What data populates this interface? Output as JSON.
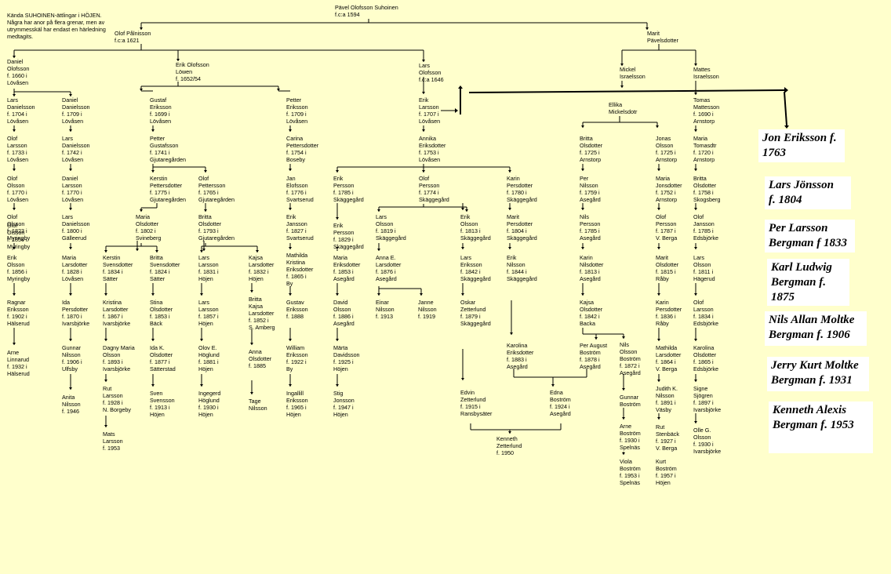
{
  "title": "Kända SUHOINEN-ättlingar i HÖJEN.\nNågra har anor på flera grenar, men av\nutrymmesskäl har endast en härledning\nmedtagits.",
  "persons": [
    {
      "id": "pavel",
      "text": "Pävel Olofsson Suhoinen\nf.c:a 1594"
    },
    {
      "id": "olof_pal",
      "text": "Olof Pålnisson\nf.c:a 1621"
    },
    {
      "id": "marit_pav",
      "text": "Marit\nPävelsdotter"
    },
    {
      "id": "daniel_olof",
      "text": "Daniel\nOlofsson\nf. 1660 i\nLövåsen"
    },
    {
      "id": "erik_olof",
      "text": "Erik Olofsson\nLöwen\nf. 1652/54"
    },
    {
      "id": "lars_olof",
      "text": "Lars\nOlofsson\nf.c:a 1646"
    },
    {
      "id": "mickel",
      "text": "Mickel\nIsraelsson"
    },
    {
      "id": "mattes",
      "text": "Mattes\nIsraelsson"
    },
    {
      "id": "lars_dan1704",
      "text": "Lars\nDanielsson\nf. 1704 i\nLövåsen"
    },
    {
      "id": "daniel_dan",
      "text": "Daniel\nDanielsson\nf. 1709 i\nLövåsen"
    },
    {
      "id": "gustaf_erik",
      "text": "Gustaf\nEriksson\nf. 1699 i\nLövåsen"
    },
    {
      "id": "petter_erik",
      "text": "Petter\nEriksson\nf. 1709 i\nLövåsen"
    },
    {
      "id": "erik_lars1707",
      "text": "Erik\nLarsson\nf. 1707 i\nLövåsen"
    },
    {
      "id": "ellika",
      "text": "Ellika\nMickelsdotr"
    },
    {
      "id": "tomas",
      "text": "Tomas\nMattesson\nf. 1690 i\nArnstorp"
    },
    {
      "id": "olof_lars1733",
      "text": "Olof\nLarsson\nf. 1733 i\nLövåsen"
    },
    {
      "id": "lars_dan1742",
      "text": "Lars\nDanielsson\nf. 1742 i\nLövåsen"
    },
    {
      "id": "petter_gus",
      "text": "Petter\nGustafsson\nf. 1741 i\nGjutaregården"
    },
    {
      "id": "carina",
      "text": "Carina\nPettersdotter\nf. 1754 i\nBoseby"
    },
    {
      "id": "annika",
      "text": "Annika\nEriksdotter\nf. 1753 i\nLövåsen"
    },
    {
      "id": "britta_ols1725",
      "text": "Britta\nOlsdotter\nf. 1725 i\nArnstorp"
    },
    {
      "id": "jonas",
      "text": "Jonas\nOlsson\nf. 1725 i\nArnstorp"
    },
    {
      "id": "maria_tom",
      "text": "Maria\nTomasdtr\nf. 1720 i\nArnstorp"
    },
    {
      "id": "olof_ols1770",
      "text": "Olof\nOlsson\nf. 1770 i\nLövåsen"
    },
    {
      "id": "daniel_lar1770",
      "text": "Daniel\nLarsson\nf. 1770 i\nLövåsen"
    },
    {
      "id": "kerstin_pet",
      "text": "Kerstin\nPettersdotter\nf. 1775 i\nGjutaregården"
    },
    {
      "id": "olof_pet",
      "text": "Olof\nPettersson\nf. 1765 i\nGjutaregården"
    },
    {
      "id": "jan_elof",
      "text": "Jan\nElofsson\nf. 1776 i\nSvartserud"
    },
    {
      "id": "erik_per1785",
      "text": "Erik\nPersson\nf. 1785 i\nSkäggegård"
    },
    {
      "id": "olof_per1774",
      "text": "Olof\nPersson\nf. 1774 i\nSkäggegård"
    },
    {
      "id": "karin_per1780",
      "text": "Karin\nPersdotter\nf. 1780 i\nSkäggegård"
    },
    {
      "id": "per_nil1759",
      "text": "Per\nNilsson\nf. 1759 i\nAsegård"
    },
    {
      "id": "maria_jon",
      "text": "Maria\nJonsdotter\nf. 1752 i\nArnstorp"
    },
    {
      "id": "britta_ols1758",
      "text": "Britta\nOlsdotter\nf. 1758 i\nSkogsberg"
    },
    {
      "id": "olof_ols1823",
      "text": "Olof\nOlsson\nf. 1823 i\nMyringby"
    },
    {
      "id": "lars_dan1800",
      "text": "Lars\nDanielsson\nf. 1800 i\nGälleerud"
    },
    {
      "id": "maria_ols1802",
      "text": "Maria\nOlsdotter\nf. 1802 i\nSvineberg"
    },
    {
      "id": "britta_ols1793",
      "text": "Britta\nOlsdotter\nf. 1793 i\nGjutaregården"
    },
    {
      "id": "erik_jan1827",
      "text": "Erik\nJansson\nf. 1827 i\nSvartserud"
    },
    {
      "id": "lars_ols1819",
      "text": "Lars\nOlsson\nf. 1819 i\nSkäggegård"
    },
    {
      "id": "erik_ols1813",
      "text": "Erik\nOlsson\nf. 1813 i\nSkäggegård"
    },
    {
      "id": "marit_per1804",
      "text": "Marit\nPersdotter\nf. 1804 i\nSkäggegård"
    },
    {
      "id": "nils_per1785",
      "text": "Nils\nPersson\nf. 1785 i\nAsegård"
    },
    {
      "id": "olof_per1787",
      "text": "Olof\nPersson\nf. 1787 i\nV. Berga"
    },
    {
      "id": "olof_jan1785",
      "text": "Olof\nJansson\nf. 1785 i\nEdsbjörke"
    },
    {
      "id": "erik_per1829",
      "text": "Erik\nPersson\nf. 1829 i\nSkäggegård"
    },
    {
      "id": "olof_ols1854",
      "text": "Olof\nOlsson\nf. 1854 i\nMyringby"
    },
    {
      "id": "maria_lars1828",
      "text": "Maria\nLarsdotter\nf. 1828 i\nLövåsen"
    },
    {
      "id": "lars_lar1831",
      "text": "Lars\nLarsson\nf. 1831 i\nHöjen"
    },
    {
      "id": "kajsa_lars1832",
      "text": "Kajsa\nLarsdotter\nf. 1832 i\nHöjen"
    },
    {
      "id": "mathilda",
      "text": "Mathilda\nKristina\nEriksdotter\nf. 1865 i\nBy"
    },
    {
      "id": "anna_lars1876",
      "text": "Anna E.\nLarsdotter\nf. 1876 i\nAsegård"
    },
    {
      "id": "lars_erik1842",
      "text": "Lars\nEriksson\nf. 1842 i\nSkäggegård"
    },
    {
      "id": "erik_nil1844",
      "text": "Erik\nNilsson\nf. 1844 i\nSkäggegård"
    },
    {
      "id": "karin_nil1813",
      "text": "Karin\nNilsdotter\nf. 1813 i\nAsegård"
    },
    {
      "id": "marit_ols1815",
      "text": "Marit\nOlsdotter\nf. 1815 i\nRåby"
    },
    {
      "id": "lars_ols1811",
      "text": "Lars\nOlsson\nf. 1811 i\nHägerud"
    },
    {
      "id": "maria_erik1853",
      "text": "Maria\nEriksdotter\nf. 1853 i\nAsegård"
    },
    {
      "id": "erik_ols1856",
      "text": "Erik\nOlsson\nf. 1856 i\nMyringby"
    },
    {
      "id": "kerstin_sven",
      "text": "Kerstin\nSvensdotter\nf. 1834 i\nSätter"
    },
    {
      "id": "britta_sven",
      "text": "Britta\nSvensdotter\nf. 1824 i\nSätter"
    },
    {
      "id": "ragnar",
      "text": "Ragnar\nEriksson\nf. 1902 i\nHälserud"
    },
    {
      "id": "ida_per",
      "text": "Ida\nPersdotter\nf. 1870 i\nIvarsbjörke"
    },
    {
      "id": "kristina_lars",
      "text": "Kristina\nLarsdotter\nf. 1867 i\nIvarsbjörke"
    },
    {
      "id": "stina_ols",
      "text": "Stina\nOlsdotter\nf. 1853 i\nBäck"
    },
    {
      "id": "lars_lar1857",
      "text": "Lars\nLarsson\nf. 1857 i\nHöjen"
    },
    {
      "id": "britta_kajsa",
      "text": "Britta\nKajsa\nLarsdotter\nf. 1852 i\nS. Amberg"
    },
    {
      "id": "gustav_erik",
      "text": "Gustav\nEriksson\nf. 1888"
    },
    {
      "id": "einar",
      "text": "Einar\nNilsson\nf. 1913"
    },
    {
      "id": "janne",
      "text": "Janne\nNilsson\nf. 1919"
    },
    {
      "id": "david",
      "text": "David\nOlsson\nf. 1886 i\nAsegård"
    },
    {
      "id": "oskar",
      "text": "Oskar\nZetterlund\nf. 1879 i\nSkäggegård"
    },
    {
      "id": "kajsa_ols1842",
      "text": "Kajsa\nOlsdotter\nf. 1842 i\nBacka"
    },
    {
      "id": "karin_per1836",
      "text": "Karin\nPersdotter\nf. 1836 i\nRåby"
    },
    {
      "id": "olof_lar1834",
      "text": "Olof\nLarsson\nf. 1834 i\nEdsbjörke"
    },
    {
      "id": "arne_lin",
      "text": "Arne\nLinnarud\nf. 1932 i\nHälserud"
    },
    {
      "id": "gunnar_nil1906",
      "text": "Gunnar\nNilsson\nf. 1906 i\nUlfsby"
    },
    {
      "id": "dagny",
      "text": "Dagny Maria\nOlsson\nf. 1893 i\nIvarsbjörke"
    },
    {
      "id": "ida_k",
      "text": "Ida K.\nOlsdotter\nf. 1877 i\nSätterstad"
    },
    {
      "id": "olov_e",
      "text": "Olov E.\nHöglund\nf. 1881 i\nHöjen"
    },
    {
      "id": "anna_ols1885",
      "text": "Anna\nOlsdotter\nf. 1885"
    },
    {
      "id": "william",
      "text": "William\nEriksson\nf. 1922 i\nBy"
    },
    {
      "id": "marta",
      "text": "Märta\nDavidsson\nf. 1925 i\nHöjen"
    },
    {
      "id": "karolina_erik",
      "text": "Karolina\nEriksdotter\nf. 1883 i\nAsegård"
    },
    {
      "id": "per_august",
      "text": "Per August\nBoström\nf. 1878 i\nAsegård"
    },
    {
      "id": "nils_bos",
      "text": "Nils\nOlsson\nBoström\nf. 1872 i\nAsegård"
    },
    {
      "id": "mathilda_lars",
      "text": "Mathilda\nLarsdotter\nf. 1864 i\nV. Berga"
    },
    {
      "id": "karolina_ols",
      "text": "Karolina\nOlsdotter\nf. 1865 i\nEdsbjörke"
    },
    {
      "id": "anita",
      "text": "Anita\nNilsson\nf. 1946"
    },
    {
      "id": "rut_lar",
      "text": "Rut\nLarsson\nf. 1928 i\nN. Borgeby"
    },
    {
      "id": "sven_sven",
      "text": "Sven\nSvensson\nf. 1913 i\nHöjen"
    },
    {
      "id": "ingegerd",
      "text": "Ingegerd\nHöglund\nf. 1930 i\nHöjen"
    },
    {
      "id": "tage",
      "text": "Tage\nNilsson"
    },
    {
      "id": "ingallill",
      "text": "Ingallill\nEriksson\nf. 1965 i\nHöjen"
    },
    {
      "id": "stig",
      "text": "Stig\nJonsson\nf. 1947 i\nHöjen"
    },
    {
      "id": "edvin",
      "text": "Edvin\nZetterlund\nf. 1915 i\nRansbysäter"
    },
    {
      "id": "edna",
      "text": "Edna\nBoström\nf. 1924 i\nAsegård"
    },
    {
      "id": "gunnar_bos",
      "text": "Gunnar\nBoström"
    },
    {
      "id": "judith",
      "text": "Judith K.\nNilsson\nf. 1891 i\nVäsby"
    },
    {
      "id": "signe",
      "text": "Signe\nSjögren\nf. 1897 i\nIvarsbjörke"
    },
    {
      "id": "mats",
      "text": "Mats\nLarsson\nf. 1953"
    },
    {
      "id": "kenneth_z",
      "text": "Kenneth\nZetterlund\nf. 1950"
    },
    {
      "id": "arne_bos",
      "text": "Arne\nBoström\nf. 1930 i\nSpelnäs"
    },
    {
      "id": "rut_sten",
      "text": "Rut\nStenbäck\nf. 1927 i\nV. Berga"
    },
    {
      "id": "olle",
      "text": "Olle G.\nOlsson\nf. 1930 i\nIvarsbjörke"
    },
    {
      "id": "viola",
      "text": "Viola\nBoström\nf. 1953 i\nSpelnäs"
    },
    {
      "id": "kurt",
      "text": "Kurt\nBoström\nf. 1957 i\nHöjen"
    }
  ],
  "bergman_line": [
    {
      "id": "jon",
      "text": "Jon Eriksson f.\n1763"
    },
    {
      "id": "lars_jon",
      "text": "Lars Jönsson\nf. 1804"
    },
    {
      "id": "per_lars",
      "text": "Per Larsson\nBergman f 1833"
    },
    {
      "id": "karl",
      "text": "Karl Ludwig\nBergman f.\n1875"
    },
    {
      "id": "nils_allan",
      "text": "Nils Allan Moltke\nBergman f. 1906"
    },
    {
      "id": "jerry",
      "text": "Jerry Kurt Moltke\nBergman f. 1931"
    },
    {
      "id": "kenneth_alexis",
      "text": "Kenneth Alexis\nBergman f. 1953"
    }
  ]
}
